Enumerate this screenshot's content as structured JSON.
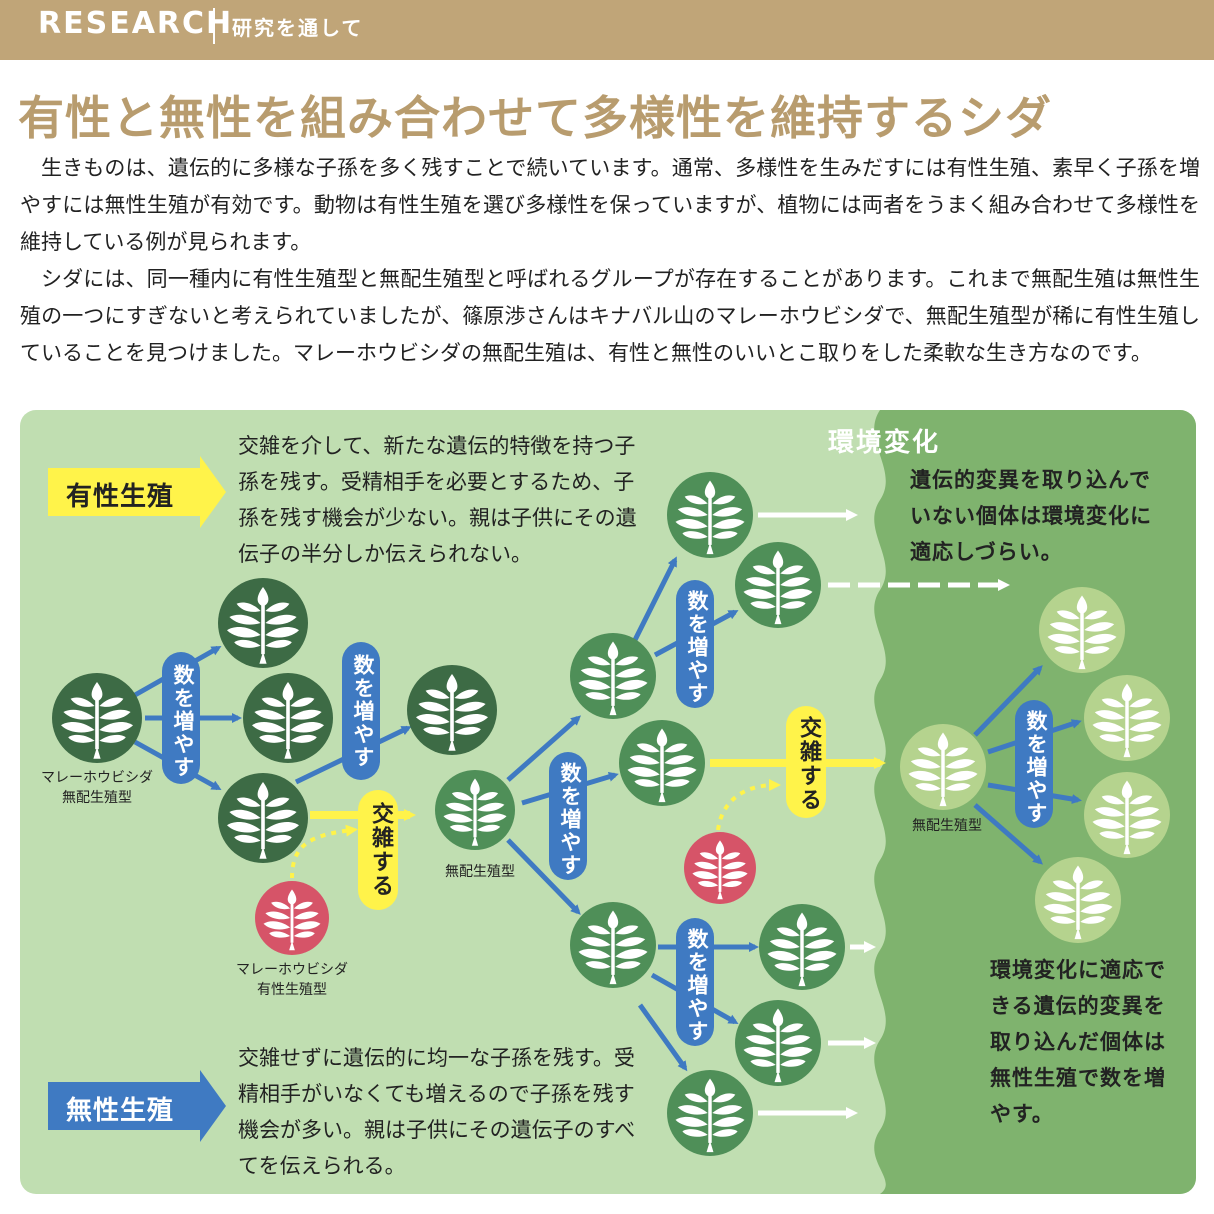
{
  "header": {
    "label_en": "RESEARCH",
    "label_jp": "研究を通して"
  },
  "title": "有性と無性を組み合わせて多様性を維持するシダ",
  "paragraphs": [
    "生きものは、遺伝的に多様な子孫を多く残すことで続いています。通常、多様性を生みだすには有性生殖、素早く子孫を増やすには無性生殖が有効です。動物は有性生殖を選び多様性を保っていますが、植物には両者をうまく組み合わせて多様性を維持している例が見られます。",
    "シダには、同一種内に有性生殖型と無配生殖型と呼ばれるグループが存在することがあります。これまで無配生殖は無性生殖の一つにすぎないと考えられていましたが、篠原渉さんはキナバル山のマレーホウビシダで、無配生殖型が稀に有性生殖していることを見つけました。マレーホウビシダの無配生殖は、有性と無性のいいとこ取りをした柔軟な生き方なのです。"
  ],
  "diagram": {
    "env_label": "環境変化",
    "sexual": {
      "label": "有性生殖",
      "desc": "交雑を介して、新たな遺伝的特徴を持つ子孫を残す。受精相手を必要とするため、子孫を残す機会が少ない。親は子供にその遺伝子の半分しか伝えられない。"
    },
    "asexual": {
      "label": "無性生殖",
      "desc": "交雑せずに遺伝的に均一な子孫を残す。受精相手がいなくても増えるので子孫を残す機会が多い。親は子供にその遺伝子のすべてを伝えられる。"
    },
    "note_top": "遺伝的変異を取り込んでいない個体は環境変化に適応しづらい。",
    "note_bottom": "環境変化に適応できる遺伝的変異を取り込んだ個体は無性生殖で数を増やす。",
    "label_apog_species": "マレーホウビシダ\n無配生殖型",
    "label_sex_species": "マレーホウビシダ\n有性生殖型",
    "label_apog": "無配生殖型",
    "label_apog2": "無配生殖型",
    "increase": "数を増やす",
    "hybridize": "交雑する",
    "colors": {
      "dark_green": "#3d6b45",
      "mid_green": "#4f8f58",
      "light_green": "#b5d38e",
      "pink": "#d65468",
      "blue": "#3f7ac2",
      "yellow": "#fff34a",
      "bg_light": "#c0deb1",
      "bg_dark": "#7fb36e"
    }
  }
}
